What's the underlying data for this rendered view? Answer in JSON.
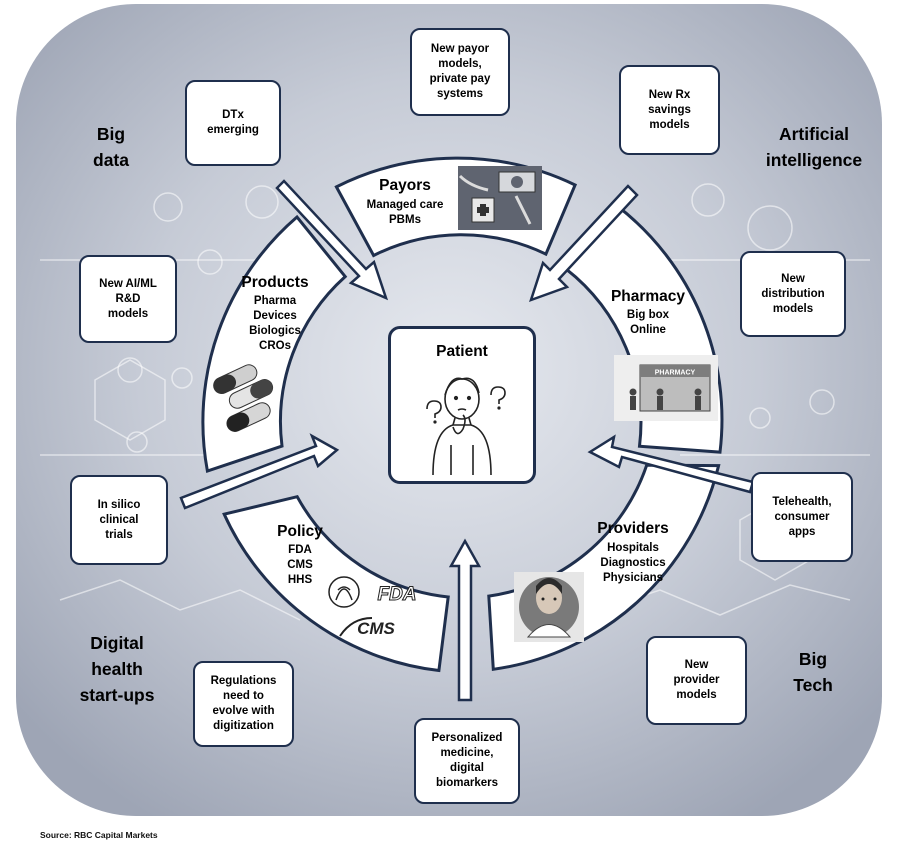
{
  "center": {
    "label": "Patient"
  },
  "segments": {
    "payors": {
      "title": "Payors",
      "items": [
        "Managed care",
        "PBMs"
      ]
    },
    "pharmacy": {
      "title": "Pharmacy",
      "items": [
        "Big box",
        "Online"
      ],
      "sign": "PHARMACY"
    },
    "providers": {
      "title": "Providers",
      "items": [
        "Hospitals",
        "Diagnostics",
        "Physicians"
      ]
    },
    "policy": {
      "title": "Policy",
      "items": [
        "FDA",
        "CMS",
        "HHS"
      ],
      "logos": {
        "fda": "FDA",
        "cms": "CMS"
      }
    },
    "products": {
      "title": "Products",
      "items": [
        "Pharma",
        "Devices",
        "Biologics",
        "CROs"
      ]
    }
  },
  "boxes": {
    "dtx": "DTx\nemerging",
    "payor_models": "New payor\nmodels,\nprivate pay\nsystems",
    "rx_savings": "New Rx\nsavings\nmodels",
    "aiml": "New AI/ML\nR&D\nmodels",
    "distribution": "New\ndistribution\nmodels",
    "in_silico": "In silico\nclinical\ntrials",
    "telehealth": "Telehealth,\nconsumer\napps",
    "regulations": "Regulations\nneed to\nevolve with\ndigitization",
    "personalized": "Personalized\nmedicine,\ndigital\nbiomarkers",
    "provider_models": "New\nprovider\nmodels"
  },
  "corners": {
    "big_data": "Big\ndata",
    "ai": "Artificial\nintelligence",
    "digital_health": "Digital\nhealth\nstart-ups",
    "big_tech": "Big\nTech"
  },
  "source": "Source: RBC Capital Markets",
  "colors": {
    "background": "#c3c8d4",
    "border": "#1f2f4d",
    "segment_fill": "#ffffff"
  }
}
